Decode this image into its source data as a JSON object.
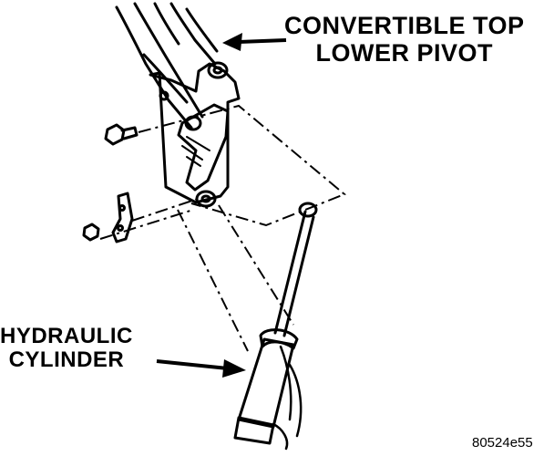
{
  "labels": {
    "convertible_top_line1": "CONVERTIBLE TOP",
    "convertible_top_line2": "LOWER PIVOT",
    "hydraulic_line1": "HYDRAULIC",
    "hydraulic_line2": "CYLINDER",
    "figure_code": "80524e55"
  },
  "colors": {
    "ink": "#000000",
    "paper": "#ffffff"
  }
}
